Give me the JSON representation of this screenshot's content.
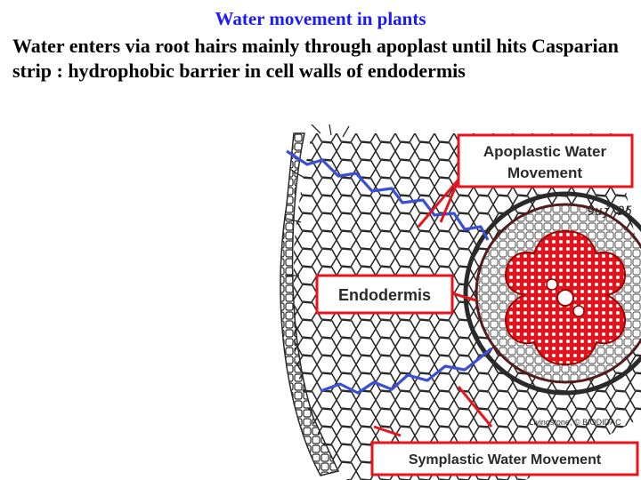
{
  "slide": {
    "title": "Water movement in plants",
    "body": "Water enters via root hairs mainly through apoplast until hits Casparian strip : hydrophobic barrier in cell walls of endodermis"
  },
  "diagram": {
    "labels": {
      "apoplastic_line1": "Apoplastic Water",
      "apoplastic_line2": "Movement",
      "endodermis": "Endodermis",
      "symplastic": "Symplastic Water Movement"
    },
    "handwritten_date": "9uj/95",
    "credit": "Livingstone, © BIODIDAC",
    "colors": {
      "title": "#1a1aff",
      "callout_border": "#e8141c",
      "water_path": "#3a4fd6",
      "stele": "#e0141a",
      "cell_lines": "#2a2a2a"
    }
  }
}
